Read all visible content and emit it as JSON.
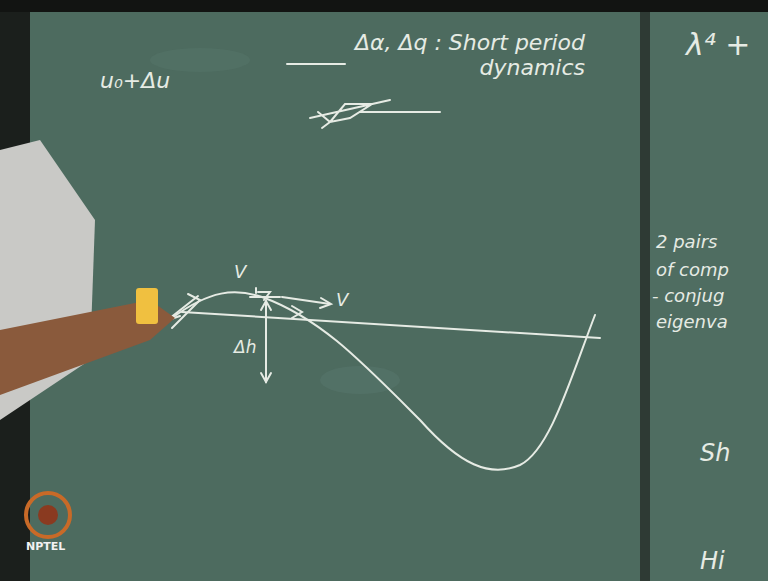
{
  "diagram": {
    "labels": [
      "Δα, Δq : Short period dynamics",
      "u₀+Δu",
      "V",
      "V",
      "Δh",
      "λ⁴ +",
      "2 pairs",
      "of comp",
      "- conjug",
      "eigenva",
      "Sh",
      "Hi",
      "NPTEL"
    ]
  }
}
